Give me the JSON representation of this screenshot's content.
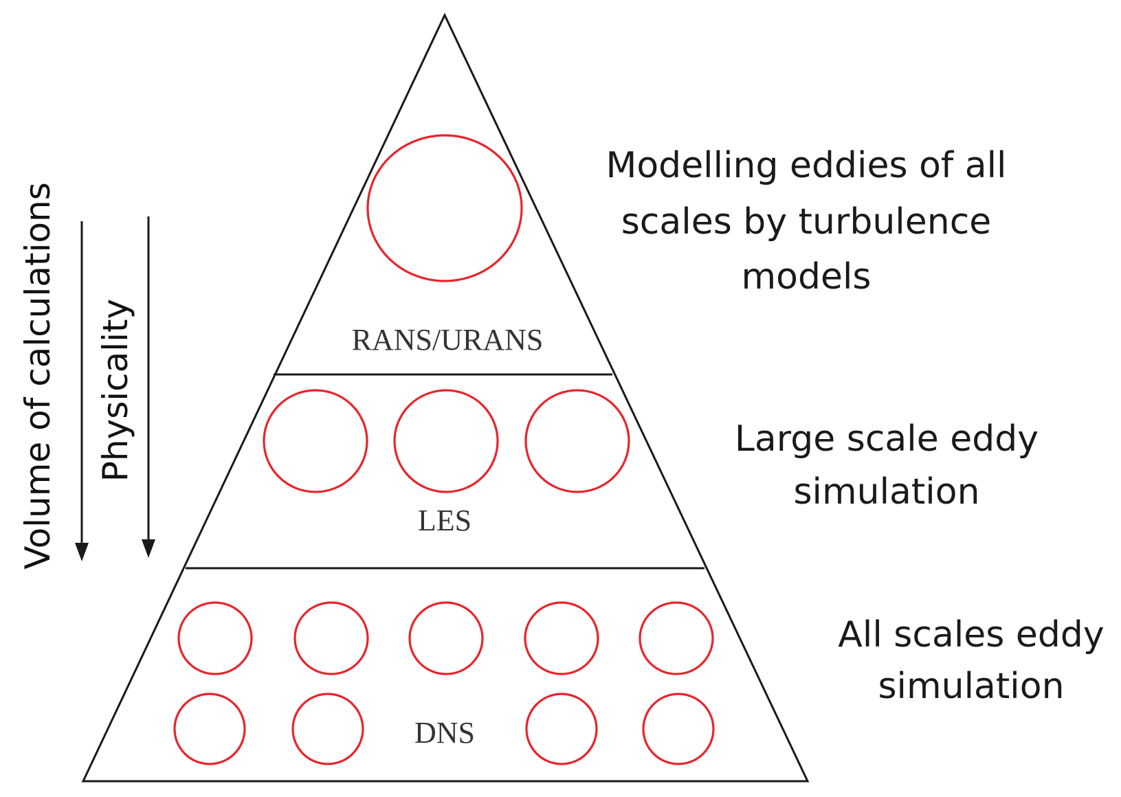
{
  "colors": {
    "outline": "#1a1a1a",
    "eddy": "#e8242b"
  },
  "arrows": {
    "volume_label": "Volume of calculations",
    "physicality_label": "Physicality"
  },
  "tiers": [
    {
      "id": "rans",
      "label": "RANS/URANS",
      "description": [
        "Modelling eddies of all",
        "scales by turbulence",
        "models"
      ]
    },
    {
      "id": "les",
      "label": "LES",
      "description": [
        "Large scale eddy",
        "simulation"
      ]
    },
    {
      "id": "dns",
      "label": "DNS",
      "description": [
        "All scales eddy",
        "simulation"
      ]
    }
  ]
}
